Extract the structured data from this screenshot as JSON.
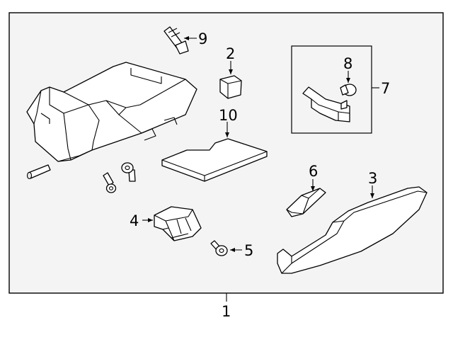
{
  "callouts": {
    "assembly": "1",
    "clip": "2",
    "glove_box_door": "3",
    "bracket": "4",
    "screw": "5",
    "bumper": "6",
    "latch_inset": "7",
    "pin": "8",
    "damper_screw": "9",
    "liner": "10"
  }
}
